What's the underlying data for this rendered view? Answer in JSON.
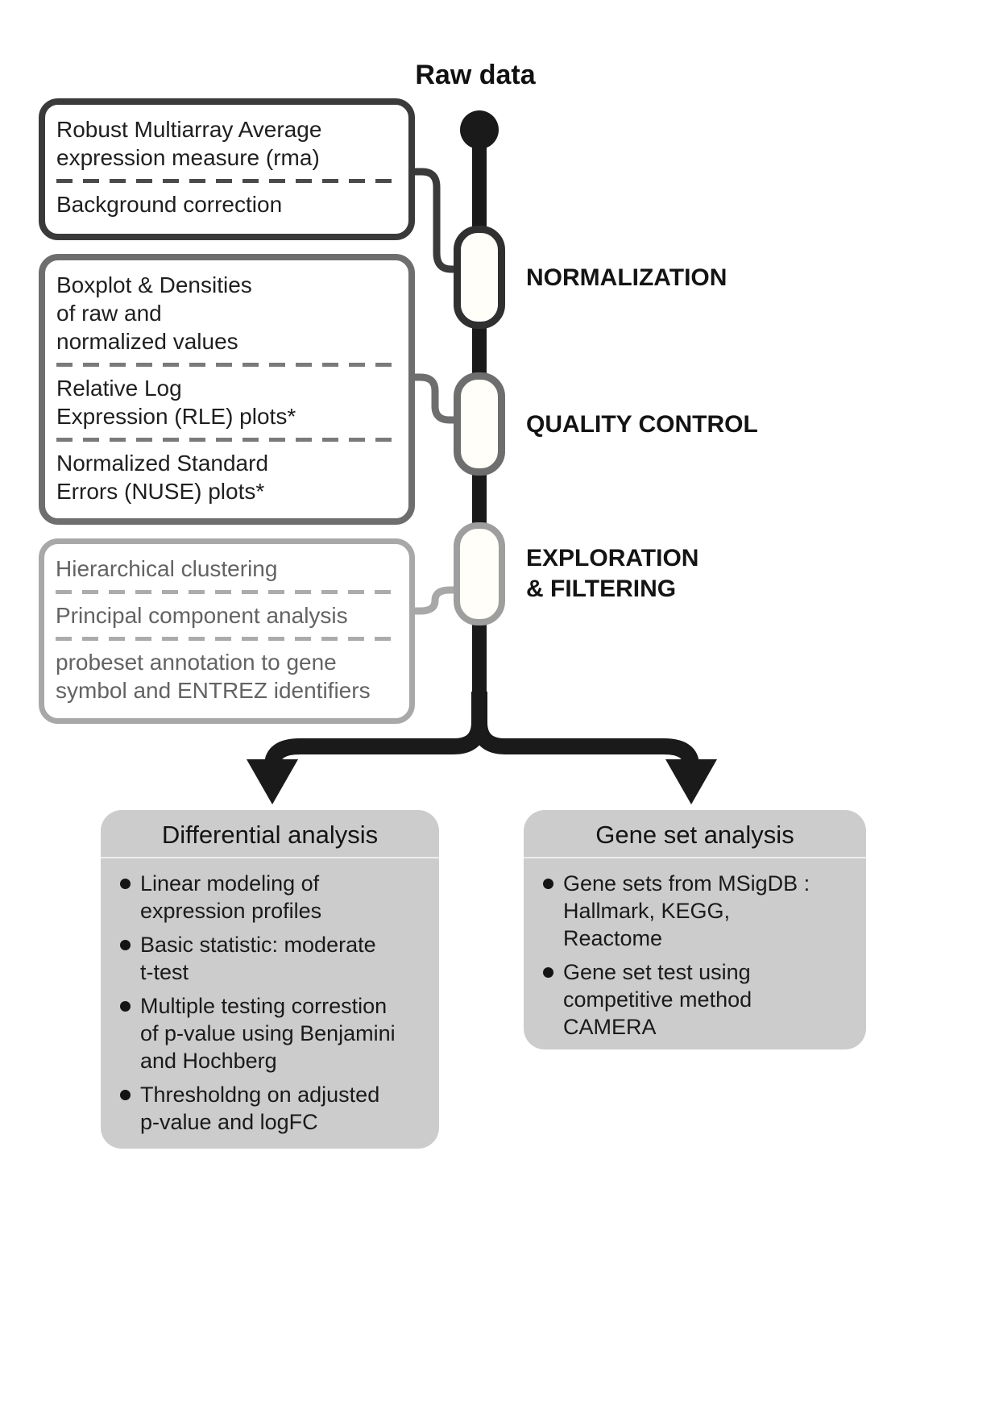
{
  "raw_data_label": "Raw data",
  "stages": [
    {
      "label": "NORMALIZATION",
      "items": [
        "Robust Multiarray Average\nexpression measure (rma)",
        "Background correction"
      ]
    },
    {
      "label": "QUALITY CONTROL",
      "items": [
        "Boxplot & Densities\nof raw and\nnormalized values",
        "Relative Log\nExpression (RLE) plots*",
        "Normalized Standard\nErrors (NUSE) plots*"
      ]
    },
    {
      "label": "EXPLORATION\n& FILTERING",
      "items": [
        "Hierarchical clustering",
        "Principal component analysis",
        "probeset annotation to gene\nsymbol and ENTREZ identifiers"
      ]
    }
  ],
  "outputs": [
    {
      "title": "Differential analysis",
      "bullets": [
        "Linear modeling of\nexpression profiles",
        "Basic statistic: moderate\nt-test",
        "Multiple testing correstion\nof p-value using Benjamini\nand Hochberg",
        "Thresholdng on adjusted\np-value and logFC"
      ]
    },
    {
      "title": "Gene set analysis",
      "bullets": [
        "Gene sets from MSigDB :\nHallmark, KEGG,\nReactome",
        "Gene set test using\ncompetitive method\nCAMERA"
      ]
    }
  ],
  "colors": {
    "trunk": "#1a1a1a",
    "stage1_border": "#3a3a3a",
    "stage2_border": "#6e6e6e",
    "stage3_border": "#a8a8a8",
    "output_box_bg": "#cccccc",
    "text_dark": "#1f1f1f",
    "text_gray": "#636363"
  }
}
